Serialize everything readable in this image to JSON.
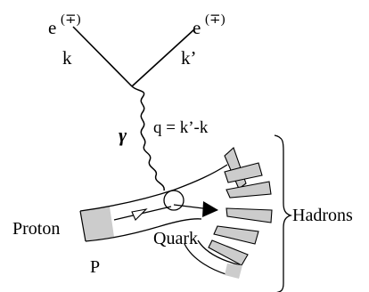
{
  "diagram": {
    "incoming_lepton": {
      "symbol": "e",
      "charge": "(∓)",
      "momentum": "k"
    },
    "outgoing_lepton": {
      "symbol": "e",
      "charge": "(∓)",
      "momentum": "k’"
    },
    "photon": {
      "symbol": "γ",
      "momentum_transfer": "q = k’-k"
    },
    "proton": {
      "label": "Proton",
      "momentum": "P"
    },
    "quark": {
      "label": "Quark"
    },
    "hadrons": {
      "label": "Hadrons"
    }
  },
  "colors": {
    "ink": "#000000",
    "fill_gray": "#cccccc",
    "background": "#ffffff"
  }
}
